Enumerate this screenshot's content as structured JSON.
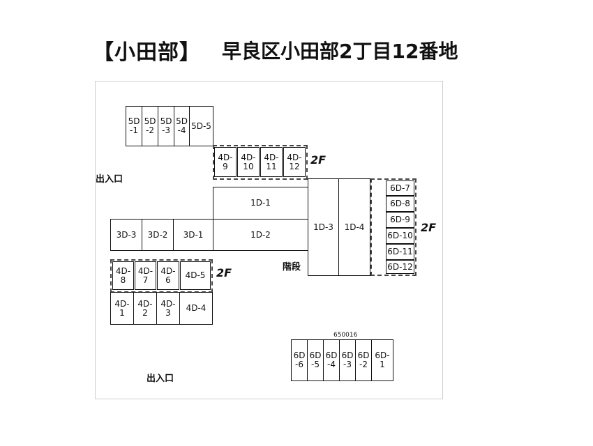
{
  "header": {
    "title": "【小田部】",
    "address": "早良区小田部2丁目12番地"
  },
  "labels": {
    "entrance": "出入口",
    "stairs": "階段",
    "floor2": "2F",
    "code": "650016"
  },
  "stalls": {
    "5D-1": "5D\n-1",
    "5D-2": "5D\n-2",
    "5D-3": "5D\n-3",
    "5D-4": "5D\n-4",
    "5D-5": "5D-5",
    "4D-9": "4D-\n9",
    "4D-10": "4D-\n10",
    "4D-11": "4D-\n11",
    "4D-12": "4D-\n12",
    "1D-1": "1D-1",
    "1D-2": "1D-2",
    "1D-3": "1D-3",
    "1D-4": "1D-4",
    "3D-3": "3D-3",
    "3D-2": "3D-2",
    "3D-1": "3D-1",
    "4D-8": "4D-\n8",
    "4D-7": "4D-\n7",
    "4D-6": "4D-\n6",
    "4D-5": "4D-5",
    "4D-1": "4D-\n1",
    "4D-2": "4D-\n2",
    "4D-3": "4D-\n3",
    "4D-4": "4D-4",
    "6D-7": "6D-7",
    "6D-8": "6D-8",
    "6D-9": "6D-9",
    "6D-10": "6D-10",
    "6D-11": "6D-11",
    "6D-12": "6D-12",
    "6D-6": "6D\n-6",
    "6D-5": "6D\n-5",
    "6D-4": "6D\n-4",
    "6D-3": "6D\n-3",
    "6D-2": "6D\n-2",
    "6D-1": "6D-\n1"
  }
}
